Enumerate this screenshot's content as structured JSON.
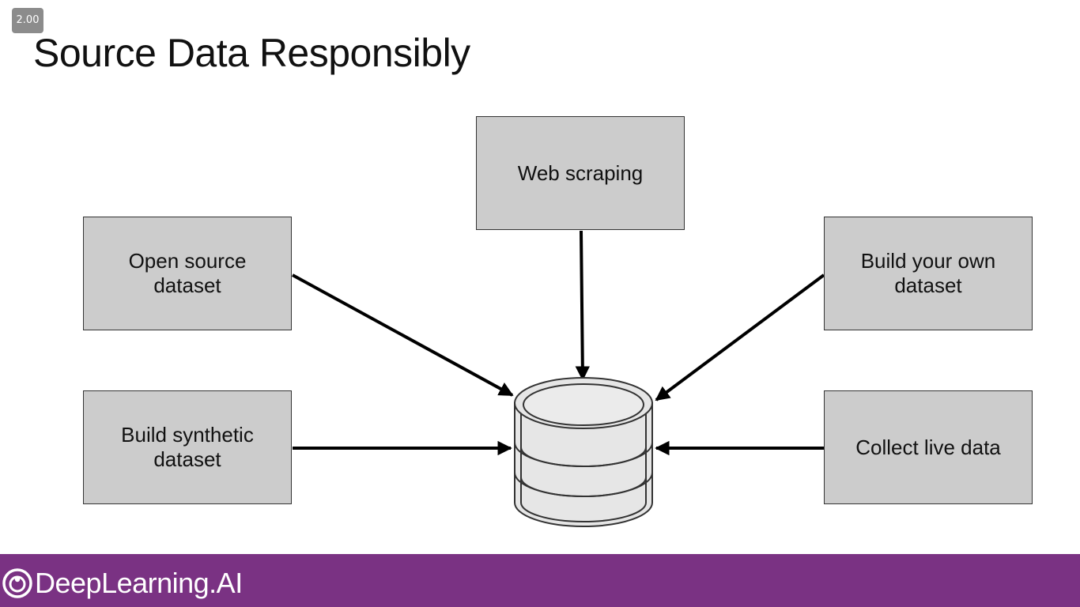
{
  "player": {
    "speed_label": "2.00"
  },
  "slide": {
    "title": "Source Data Responsibly"
  },
  "diagram": {
    "center_node": "database-icon",
    "sources": {
      "web_scraping": "Web scraping",
      "open_source": "Open source dataset",
      "build_own": "Build your own dataset",
      "synthetic": "Build synthetic dataset",
      "live_data": "Collect live data"
    },
    "colors": {
      "box_fill": "#cccccc",
      "database_fill": "#e6e6e6",
      "arrow": "#000000"
    }
  },
  "footer": {
    "brand": "DeepLearning.AI",
    "brand_color": "#7a3283",
    "logo_icon": "deeplearning-ai-logo-icon"
  }
}
